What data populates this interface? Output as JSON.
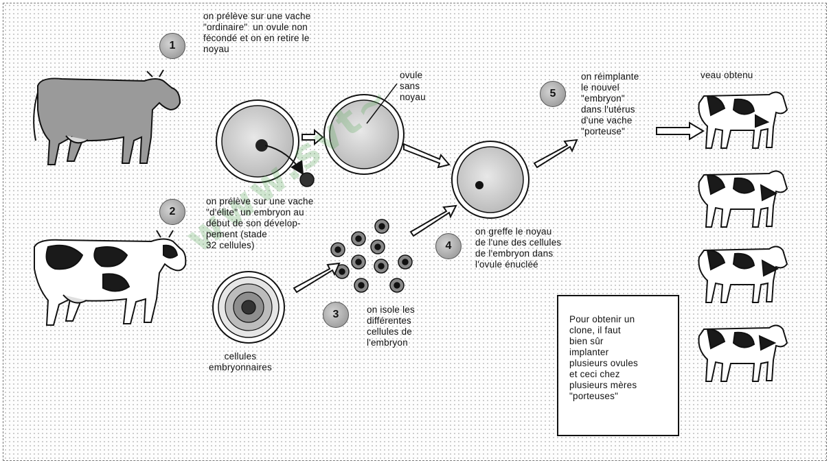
{
  "steps": [
    {
      "number": "1",
      "text": "on prélève sur une vache\n\"ordinaire\"  un ovule non\nfécondé et on en retire le\nnoyau"
    },
    {
      "number": "2",
      "text": "on prélève sur une vache\n\"d'élite\" un embryon au\ndébut de son dévelop-\npement (stade\n32 cellules)"
    },
    {
      "number": "3",
      "text": "on isole les\ndifférentes\ncellules de\nl'embryon"
    },
    {
      "number": "4",
      "text": "on greffe le noyau\nde l'une des cellules\nde l'embryon dans\nl'ovule énucléé"
    },
    {
      "number": "5",
      "text": "on réimplante\nle nouvel\n\"embryon\"\ndans l'utérus\nd'une vache\n\"porteuse\""
    }
  ],
  "labels": {
    "ovule_sans_noyau": "ovule\nsans\nnoyau",
    "cellules_embryonnaires": "cellules\nembryonnaires",
    "veau_obtenu": "veau obtenu"
  },
  "note": "Pour obtenir un\nclone, il faut\nbien sûr\nimplanter\nplusieurs ovules\net ceci chez\nplusieurs mères\n\"porteuses\"",
  "colors": {
    "ink": "#111111",
    "cell_fill": "#cfcfcf",
    "cow_plain": "#9a9a9a",
    "spots": "#1a1a1a",
    "watermark": "#5aaa5a"
  }
}
